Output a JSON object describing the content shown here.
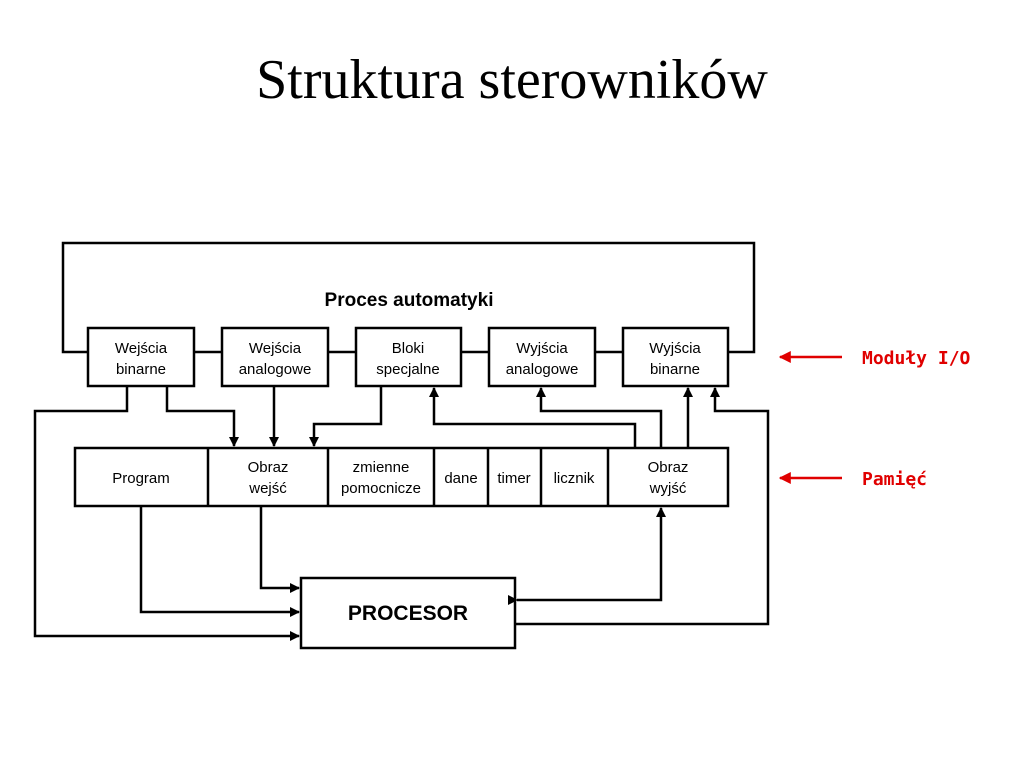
{
  "title": "Struktura sterowników",
  "process": {
    "label": "Proces automatyki"
  },
  "io_modules": [
    {
      "line1": "Wejścia",
      "line2": "binarne"
    },
    {
      "line1": "Wejścia",
      "line2": "analogowe"
    },
    {
      "line1": "Bloki",
      "line2": "specjalne"
    },
    {
      "line1": "Wyjścia",
      "line2": "analogowe"
    },
    {
      "line1": "Wyjścia",
      "line2": "binarne"
    }
  ],
  "memory": {
    "program": "Program",
    "obraz_wejsc": {
      "line1": "Obraz",
      "line2": "wejść"
    },
    "zmienne": {
      "line1": "zmienne",
      "line2": "pomocnicze"
    },
    "dane": "dane",
    "timer": "timer",
    "licznik": "licznik",
    "obraz_wyjsc": {
      "line1": "Obraz",
      "line2": "wyjść"
    }
  },
  "processor": {
    "label": "PROCESOR"
  },
  "annotations": {
    "io": "Moduły I/O",
    "memory": "Pamięć",
    "color": "#e00000"
  }
}
